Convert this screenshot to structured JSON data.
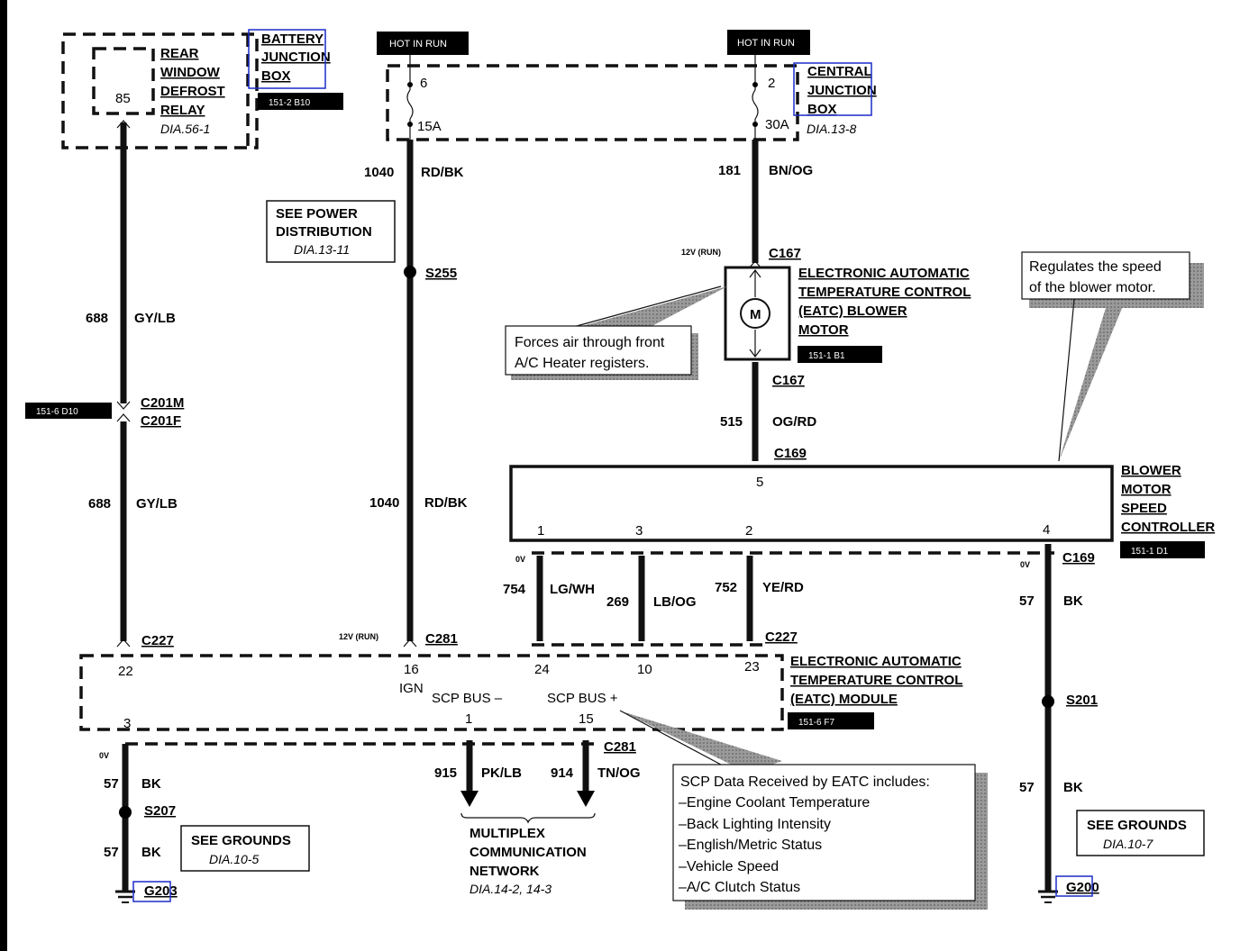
{
  "battery_jb": {
    "name": [
      "BATTERY",
      "JUNCTION",
      "BOX"
    ],
    "ref": "151-2 B10"
  },
  "relay": {
    "name": [
      "REAR",
      "WINDOW",
      "DEFROST",
      "RELAY"
    ],
    "dia": "DIA.56-1",
    "pin": "85"
  },
  "central_jb": {
    "name": [
      "CENTRAL",
      "JUNCTION",
      "BOX"
    ],
    "dia": "DIA.13-8",
    "pin_left": "6",
    "pin_right": "2",
    "fuse_left": "15A",
    "fuse_right": "30A"
  },
  "hot_in_run_left": "HOT IN RUN",
  "hot_in_run_right": "HOT IN RUN",
  "power_dist": {
    "lines": [
      "SEE POWER",
      "DISTRIBUTION"
    ],
    "dia": "DIA.13-11"
  },
  "wire_1040_top": {
    "num": "1040",
    "color": "RD/BK"
  },
  "wire_181": {
    "num": "181",
    "color": "BN/OG"
  },
  "splice_s255": "S255",
  "motor": {
    "voltage": "12V (RUN)",
    "conn_top": "C167",
    "conn_bottom": "C167",
    "name": [
      "ELECTRONIC AUTOMATIC",
      "TEMPERATURE CONTROL",
      "(EATC) BLOWER",
      "MOTOR"
    ],
    "ref": "151-1 B1",
    "symbol": "M"
  },
  "note_forces_air": [
    "Forces air through front",
    "A/C Heater registers."
  ],
  "note_regulates": [
    "Regulates the speed",
    "of the blower motor."
  ],
  "wire_688_top": {
    "num": "688",
    "color": "GY/LB"
  },
  "conn_c201": {
    "male": "C201M",
    "female": "C201F",
    "ref": "151-6 D10"
  },
  "wire_688_bottom": {
    "num": "688",
    "color": "GY/LB"
  },
  "wire_1040_bottom": {
    "num": "1040",
    "color": "RD/BK"
  },
  "wire_515": {
    "num": "515",
    "color": "OG/RD"
  },
  "conn_c169_top": "C169",
  "controller": {
    "name": [
      "BLOWER",
      "MOTOR",
      "SPEED",
      "CONTROLLER"
    ],
    "ref": "151-1 D1",
    "pins": [
      "5",
      "1",
      "3",
      "2",
      "4"
    ]
  },
  "volt_0v_mid": "0V",
  "volt_0v_right": "0V",
  "volt_0v_left": "0V",
  "conn_c169_right": "C169",
  "wire_754": {
    "num": "754",
    "color": "LG/WH"
  },
  "wire_269": {
    "num": "269",
    "color": "LB/OG"
  },
  "wire_752": {
    "num": "752",
    "color": "YE/RD"
  },
  "wire_57_right_top": {
    "num": "57",
    "color": "BK"
  },
  "conn_c227_left": "C227",
  "conn_c281": {
    "voltage": "12V (RUN)",
    "label": "C281"
  },
  "conn_c227_right": "C227",
  "module": {
    "name": [
      "ELECTRONIC AUTOMATIC",
      "TEMPERATURE CONTROL",
      "(EATC) MODULE"
    ],
    "ref": "151-6 F7",
    "pins": [
      "22",
      "16",
      "24",
      "10",
      "23",
      "3",
      "1",
      "15"
    ],
    "ign": "IGN",
    "scp_minus": "SCP BUS –",
    "scp_plus": "SCP BUS +"
  },
  "splice_s201": "S201",
  "wire_57_right_bottom": {
    "num": "57",
    "color": "BK"
  },
  "grounds_right": {
    "label": "SEE GROUNDS",
    "dia": "DIA.10-7",
    "ground": "G200"
  },
  "wire_57_left_top": {
    "num": "57",
    "color": "BK"
  },
  "splice_s207": "S207",
  "wire_57_left_bottom": {
    "num": "57",
    "color": "BK"
  },
  "grounds_left": {
    "label": "SEE GROUNDS",
    "dia": "DIA.10-5",
    "ground": "G203"
  },
  "wire_915": {
    "num": "915",
    "color": "PK/LB"
  },
  "wire_914": {
    "num": "914",
    "color": "TN/OG"
  },
  "conn_c281_bus": "C281",
  "network": {
    "name": [
      "MULTIPLEX",
      "COMMUNICATION",
      "NETWORK"
    ],
    "dia": "DIA.14-2, 14-3"
  },
  "scp_note": [
    "SCP Data Received by EATC includes:",
    "–Engine Coolant Temperature",
    "–Back Lighting Intensity",
    "–English/Metric Status",
    "–Vehicle Speed",
    "–A/C Clutch Status"
  ]
}
